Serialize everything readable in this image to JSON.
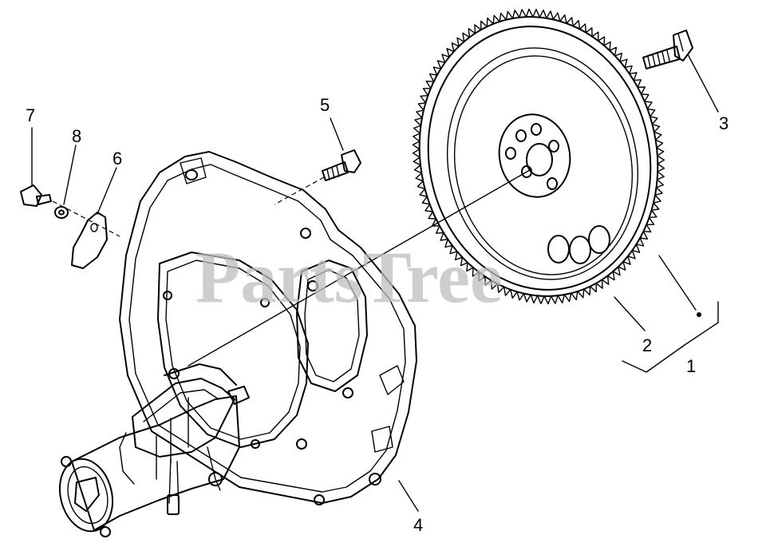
{
  "diagram": {
    "callouts": [
      {
        "id": "1",
        "label": "1"
      },
      {
        "id": "2",
        "label": "2"
      },
      {
        "id": "3",
        "label": "3"
      },
      {
        "id": "4",
        "label": "4"
      },
      {
        "id": "5",
        "label": "5"
      },
      {
        "id": "6",
        "label": "6"
      },
      {
        "id": "7",
        "label": "7"
      },
      {
        "id": "8",
        "label": "8"
      }
    ],
    "watermark": "PartsTree"
  }
}
